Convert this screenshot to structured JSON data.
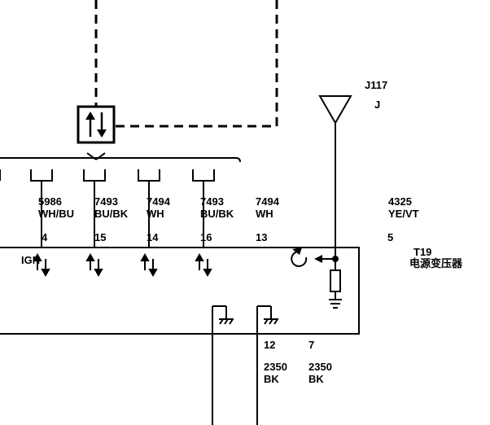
{
  "connector": {
    "id": "J117",
    "letter": "J"
  },
  "module": {
    "id": "T19",
    "name": "电源变压器",
    "ign_label": "IGN"
  },
  "wires": [
    {
      "circuit": "5986",
      "color": "WH/BU",
      "pin": "4"
    },
    {
      "circuit": "7493",
      "color": "BU/BK",
      "pin": "15"
    },
    {
      "circuit": "7494",
      "color": "WH",
      "pin": "14"
    },
    {
      "circuit": "7493",
      "color": "BU/BK",
      "pin": "16"
    },
    {
      "circuit": "7494",
      "color": "WH",
      "pin": "13"
    },
    {
      "circuit": "4325",
      "color": "YE/VT",
      "pin": "5"
    }
  ],
  "grounds": [
    {
      "pin": "12",
      "circuit": "2350",
      "color": "BK"
    },
    {
      "pin": "7",
      "circuit": "2350",
      "color": "BK"
    }
  ]
}
